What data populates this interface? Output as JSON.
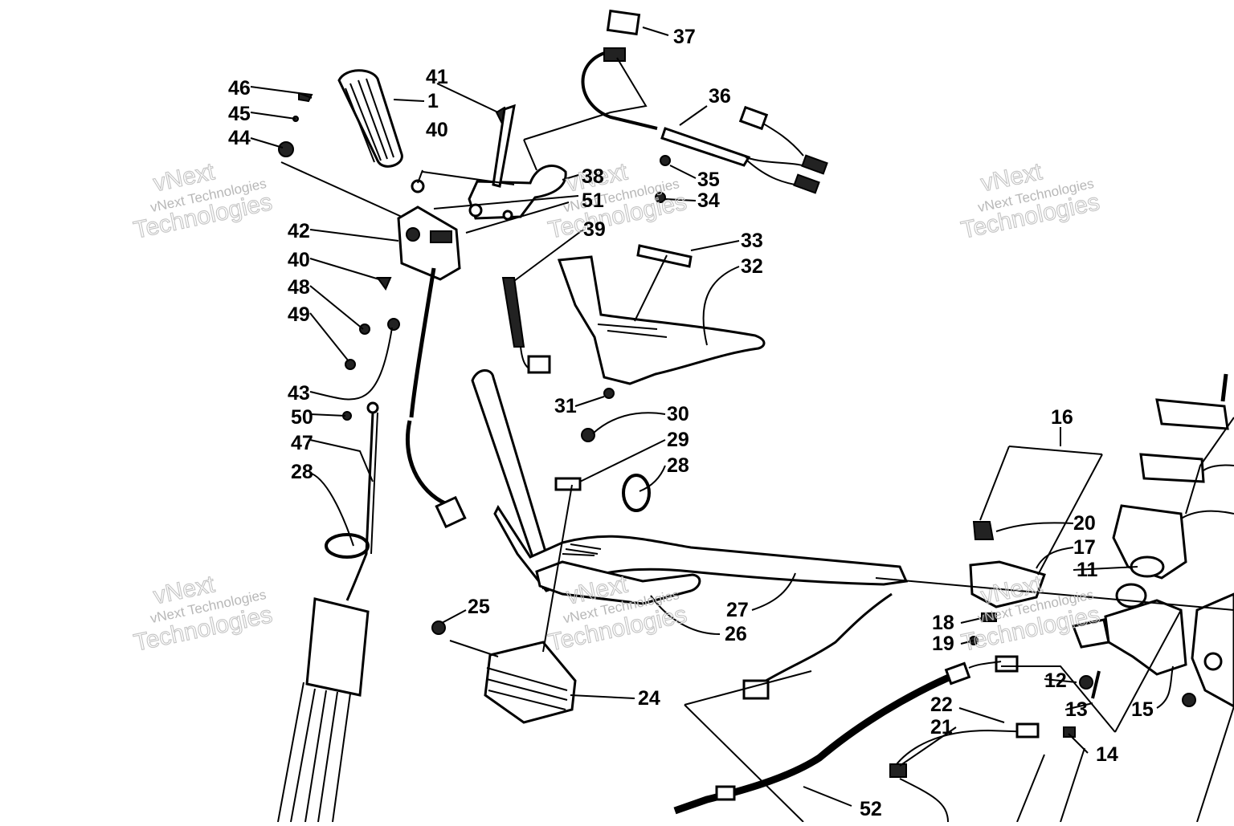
{
  "watermark": {
    "line1": "vNext",
    "line2": "vNext Technologies",
    "line3": "Technologies"
  },
  "callouts": [
    "1",
    "11",
    "12",
    "13",
    "14",
    "15",
    "16",
    "17",
    "18",
    "19",
    "20",
    "21",
    "22",
    "24",
    "25",
    "26",
    "27",
    "28",
    "28",
    "29",
    "30",
    "31",
    "32",
    "33",
    "34",
    "35",
    "36",
    "37",
    "38",
    "39",
    "40",
    "40",
    "41",
    "42",
    "43",
    "44",
    "45",
    "46",
    "47",
    "48",
    "49",
    "50",
    "51",
    "52"
  ]
}
